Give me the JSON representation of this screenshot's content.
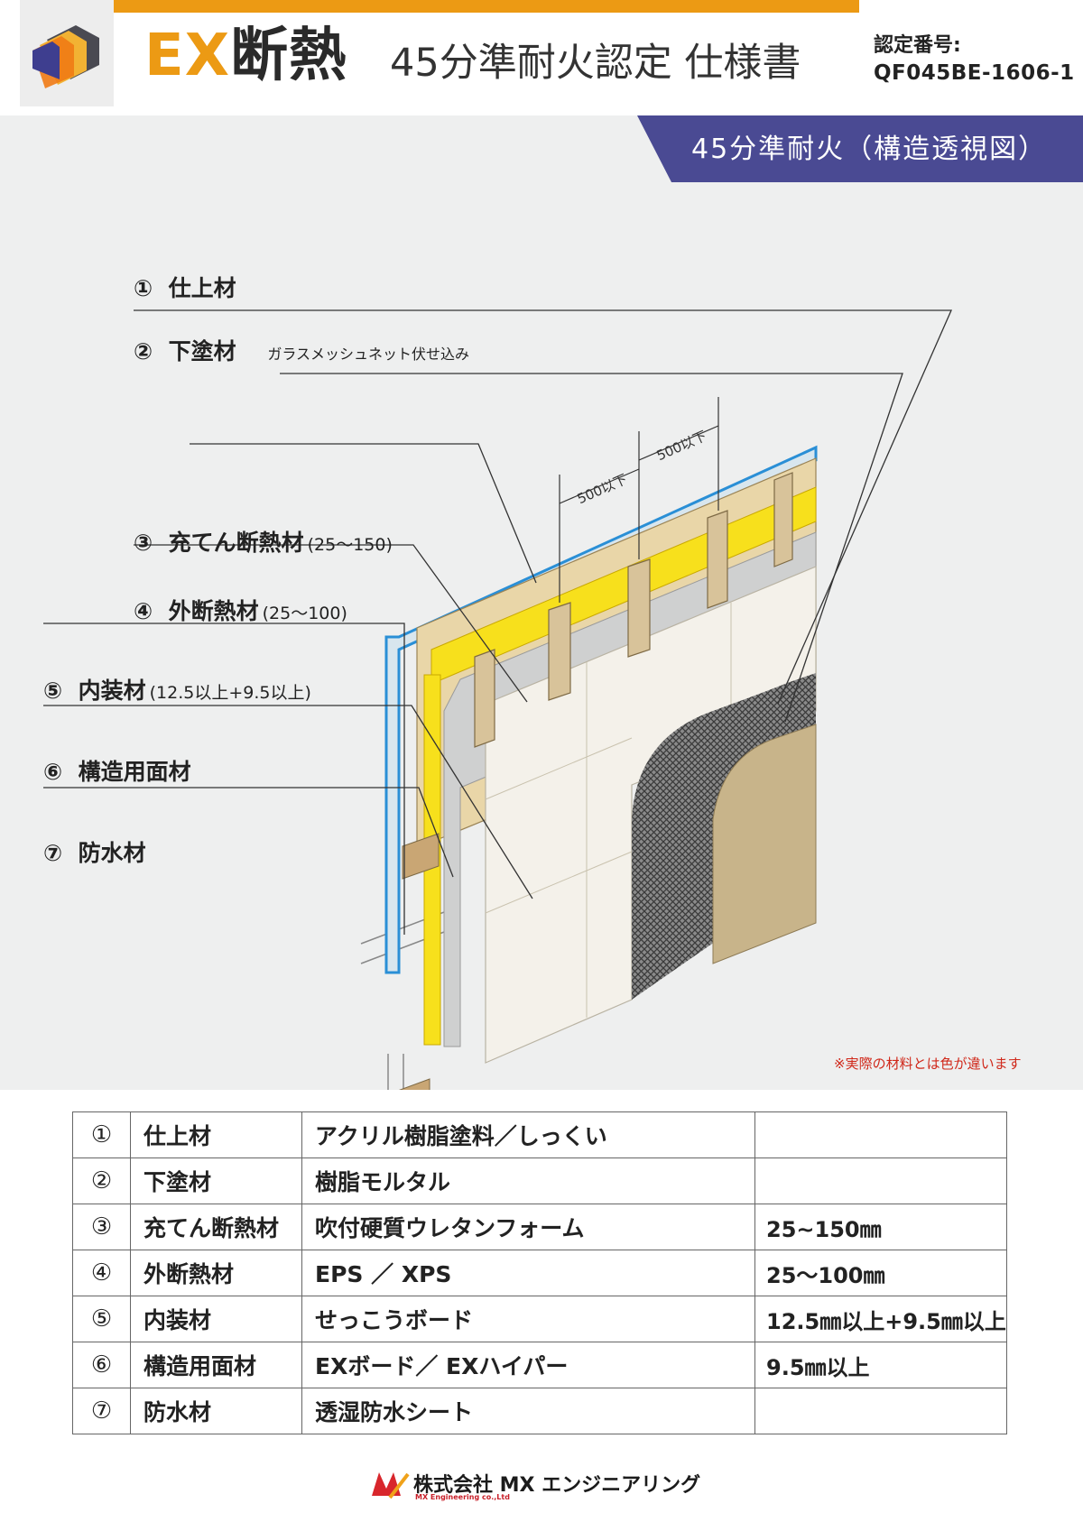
{
  "header": {
    "brand_ex": "EX",
    "brand_rest": "断熱",
    "doc_title": "45分準耐火認定 仕様書",
    "cert_label": "認定番号:",
    "cert_number": "QF045BE-1606-1"
  },
  "diagram": {
    "banner": "45分準耐火（構造透視図）",
    "labels": [
      {
        "num": "①",
        "name": "仕上材",
        "sub": "",
        "note": ""
      },
      {
        "num": "②",
        "name": "下塗材",
        "sub": "",
        "note": "ガラスメッシュネット伏せ込み"
      },
      {
        "num": "③",
        "name": "充てん断熱材",
        "sub": "(25～150)",
        "note": ""
      },
      {
        "num": "④",
        "name": "外断熱材",
        "sub": "(25～100)",
        "note": ""
      },
      {
        "num": "⑤",
        "name": "内装材",
        "sub": "(12.5以上+9.5以上)",
        "note": ""
      },
      {
        "num": "⑥",
        "name": "構造用面材",
        "sub": "",
        "note": ""
      },
      {
        "num": "⑦",
        "name": "防水材",
        "sub": "",
        "note": ""
      }
    ],
    "dimension_1": "500以下",
    "dimension_2": "500以下",
    "disclaimer": "※実際の材料とは色が違います"
  },
  "spec_table": {
    "rows": [
      {
        "num": "①",
        "item": "仕上材",
        "material": "アクリル樹脂塗料／しっくい",
        "dimension": ""
      },
      {
        "num": "②",
        "item": "下塗材",
        "material": "樹脂モルタル",
        "dimension": ""
      },
      {
        "num": "③",
        "item": "充てん断熱材",
        "material": "吹付硬質ウレタンフォーム",
        "dimension": "25~150㎜"
      },
      {
        "num": "④",
        "item": "外断熱材",
        "material": "EPS ／ XPS",
        "dimension": "25～100㎜"
      },
      {
        "num": "⑤",
        "item": "内装材",
        "material": "せっこうボード",
        "dimension": "12.5㎜以上+9.5㎜以上"
      },
      {
        "num": "⑥",
        "item": "構造用面材",
        "material": "EXボード／ EXハイパー",
        "dimension": "9.5㎜以上"
      },
      {
        "num": "⑦",
        "item": "防水材",
        "material": "透湿防水シート",
        "dimension": ""
      }
    ]
  },
  "footer": {
    "company": "株式会社 MX エンジニアリング",
    "company_en": "MX Engineering co.,Ltd"
  },
  "colors": {
    "accent": "#ec9a14",
    "banner": "#4a4a93",
    "disclaimer": "#d0281a",
    "insulation_yellow": "#f7e01c",
    "stud_wood": "#d8c39a",
    "finish_tan": "#c8b48a"
  }
}
